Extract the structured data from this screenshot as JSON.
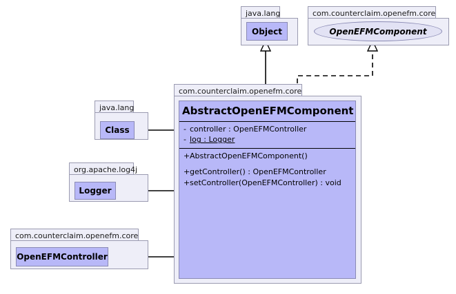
{
  "diagram": {
    "type": "uml-class-diagram",
    "colors": {
      "class_fill": "#b8b8f8",
      "class_border": "#8a8ab4",
      "package_fill": "#eeeef8",
      "package_border": "#9a9ab0",
      "interface_fill": "#e2e2f4",
      "line": "#000000",
      "background": "#ffffff"
    }
  },
  "packages": {
    "java_lang_object": {
      "label": "java.lang"
    },
    "openefm_component": {
      "label": "com.counterclaim.openefm.core"
    },
    "java_lang_class": {
      "label": "java.lang"
    },
    "org_apache_log4j": {
      "label": "org.apache.log4j"
    },
    "openefm_controller": {
      "label": "com.counterclaim.openefm.core"
    },
    "main": {
      "label": "com.counterclaim.openefm.core"
    }
  },
  "nodes": {
    "object": {
      "name": "Object",
      "kind": "class"
    },
    "openefm_component": {
      "name": "OpenEFMComponent",
      "kind": "interface"
    },
    "class": {
      "name": "Class",
      "kind": "class"
    },
    "logger": {
      "name": "Logger",
      "kind": "class"
    },
    "openefm_controller": {
      "name": "OpenEFMController",
      "kind": "class"
    }
  },
  "main_class": {
    "name": "AbstractOpenEFMComponent",
    "attributes": [
      {
        "visibility": "-",
        "text": "controller : OpenEFMController",
        "static": false
      },
      {
        "visibility": "-",
        "text": "log : Logger",
        "static": true
      }
    ],
    "constructors": [
      {
        "visibility": "+",
        "text": "AbstractOpenEFMComponent()",
        "static": false
      }
    ],
    "methods": [
      {
        "visibility": "+",
        "text": "getController() : OpenEFMController",
        "static": false
      },
      {
        "visibility": "+",
        "text": "setController(OpenEFMController) : void",
        "static": false
      }
    ]
  },
  "relationships": [
    {
      "from": "AbstractOpenEFMComponent",
      "to": "Object",
      "type": "generalization",
      "style": "solid-hollow-triangle"
    },
    {
      "from": "AbstractOpenEFMComponent",
      "to": "OpenEFMComponent",
      "type": "realization",
      "style": "dashed-hollow-triangle"
    },
    {
      "from": "AbstractOpenEFMComponent",
      "to": "Class",
      "type": "dependency",
      "style": "solid-open-arrow"
    },
    {
      "from": "AbstractOpenEFMComponent",
      "to": "Logger",
      "type": "dependency",
      "style": "solid-open-arrow"
    },
    {
      "from": "AbstractOpenEFMComponent",
      "to": "OpenEFMController",
      "type": "dependency",
      "style": "solid-open-arrow"
    }
  ]
}
